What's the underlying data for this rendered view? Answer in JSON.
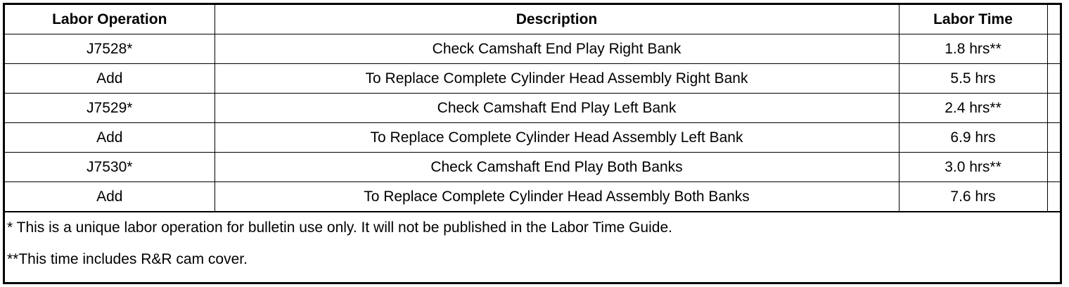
{
  "table": {
    "headers": {
      "labor_operation": "Labor Operation",
      "description": "Description",
      "labor_time": "Labor Time"
    },
    "rows": [
      {
        "operation": "J7528*",
        "description": "Check Camshaft End Play Right Bank",
        "time": "1.8 hrs**"
      },
      {
        "operation": "Add",
        "description": "To Replace Complete Cylinder Head Assembly Right Bank",
        "time": "5.5 hrs"
      },
      {
        "operation": "J7529*",
        "description": "Check Camshaft End Play Left Bank",
        "time": "2.4 hrs**"
      },
      {
        "operation": "Add",
        "description": "To Replace Complete Cylinder Head Assembly Left Bank",
        "time": "6.9 hrs"
      },
      {
        "operation": "J7530*",
        "description": "Check Camshaft End Play Both Banks",
        "time": "3.0 hrs**"
      },
      {
        "operation": "Add",
        "description": "To Replace Complete Cylinder Head Assembly Both Banks",
        "time": "7.6 hrs"
      }
    ]
  },
  "notes": {
    "note1": "* This is a unique labor operation for bulletin use only. It will not be published in the Labor Time Guide.",
    "note2": "**This time includes R&R cam cover."
  }
}
